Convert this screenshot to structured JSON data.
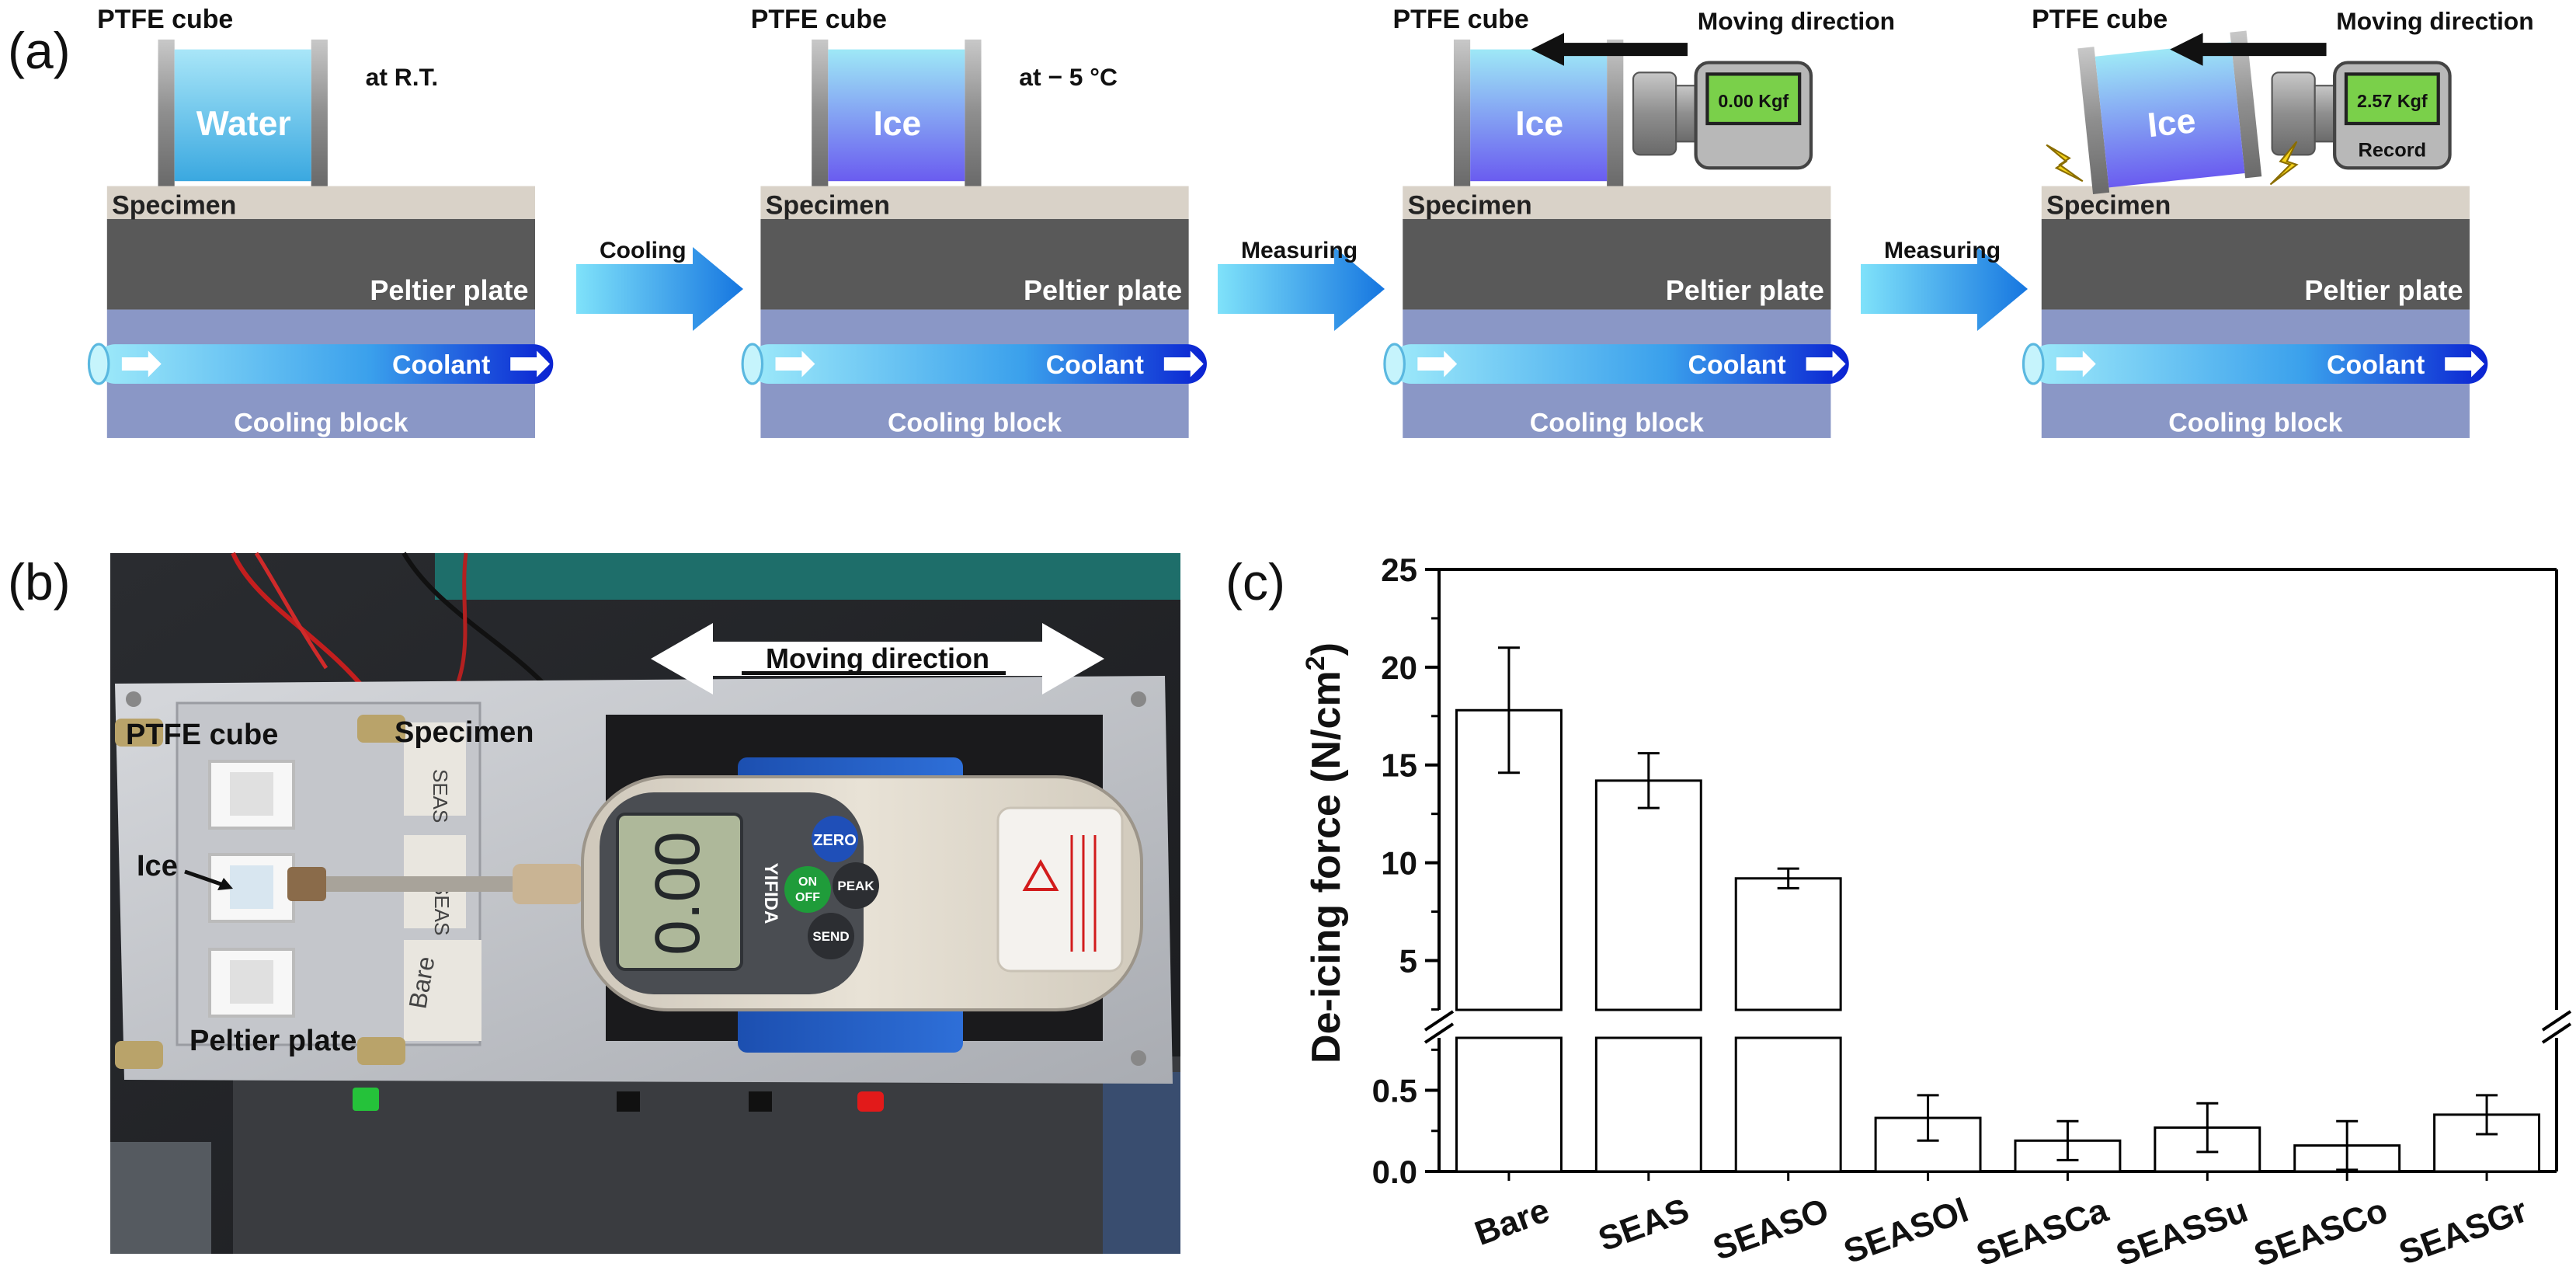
{
  "panel_a": {
    "label": "(a)",
    "cube_label": "PTFE cube",
    "specimen_label": "Specimen",
    "peltier_label": "Peltier plate",
    "coolant_label": "Coolant",
    "block_label": "Cooling block",
    "moving_direction_label": "Moving direction",
    "stages": [
      {
        "content": "Water",
        "temp": "at R.T."
      },
      {
        "content": "Ice",
        "temp": "at − 5 °C"
      },
      {
        "content": "Ice",
        "gauge": "0.00 Kgf"
      },
      {
        "content": "Ice",
        "gauge": "2.57 Kgf",
        "record": "Record"
      }
    ],
    "transitions": [
      "Cooling",
      "Measuring",
      "Measuring"
    ],
    "colors": {
      "water": "#53c2ea",
      "ice": "#7a7cf0",
      "specimen": "#d9d2c8",
      "peltier": "#595959",
      "block": "#8a97c6",
      "coolant_start": "#8ee8f8",
      "coolant_end": "#1430d6",
      "gauge_screen": "#7ad04a",
      "arrow": "#1a8fe0"
    }
  },
  "panel_b": {
    "label": "(b)",
    "moving_direction": "Moving direction",
    "ptfe_cube": "PTFE cube",
    "specimen": "Specimen",
    "ice": "Ice",
    "peltier_plate": "Peltier plate",
    "brand": "YIFIDA",
    "gauge_reading": "0.00",
    "buttons": [
      "ZERO",
      "ON",
      "OFF",
      "PEAK",
      "SEND"
    ],
    "tape_labels": [
      "SEAS",
      "SEAS",
      "Bare"
    ]
  },
  "panel_c": {
    "label": "(c)"
  },
  "chart_data": {
    "type": "bar",
    "ylabel": "De-icing force (N/cm²)",
    "categories": [
      "Bare",
      "SEAS",
      "SEASO",
      "SEASOl",
      "SEASCa",
      "SEASSu",
      "SEASCo",
      "SEASGr"
    ],
    "values": [
      17.8,
      14.2,
      9.2,
      0.33,
      0.19,
      0.27,
      0.16,
      0.35
    ],
    "errors": [
      3.2,
      1.4,
      0.5,
      0.14,
      0.12,
      0.15,
      0.15,
      0.12
    ],
    "axis_break": true,
    "lower_segment": {
      "ylim": [
        0,
        0.9
      ],
      "ticks": [
        "0.0",
        "0.5"
      ]
    },
    "upper_segment": {
      "ylim": [
        2,
        25
      ],
      "ticks": [
        "5",
        "10",
        "15",
        "20",
        "25"
      ]
    },
    "bar_color": "#ffffff",
    "edge_color": "#000000"
  }
}
